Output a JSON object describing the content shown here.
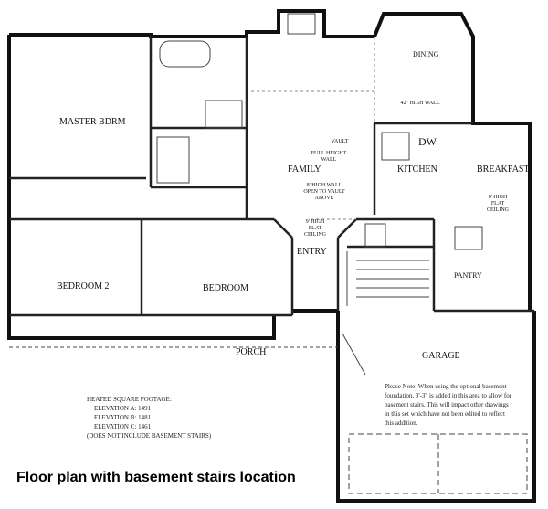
{
  "rooms": {
    "master": "MASTER BDRM",
    "family": "FAMILY",
    "kitchen": "KITCHEN",
    "breakfast": "BREAKFAST",
    "dining": "DINING",
    "bedroom2": "BEDROOM 2",
    "bedroom": "BEDROOM",
    "entry": "ENTRY",
    "pantry": "PANTRY",
    "garage": "GARAGE",
    "porch": "PORCH"
  },
  "annotations": {
    "full_height": "FULL HEIGHT WALL",
    "open_vault": "8' HIGH WALL OPEN TO VAULT ABOVE",
    "flat9": "9' HIGH FLAT CEILING",
    "flat8": "8' HIGH FLAT CEILING",
    "wall42": "42\" HIGH WALL",
    "dw": "DW",
    "vault": "VAULT"
  },
  "footage": {
    "title": "HEATED SQUARE FOOTAGE:",
    "a": "ELEVATION A: 1491",
    "b": "ELEVATION B: 1481",
    "c": "ELEVATION C: 1461",
    "excl": "(DOES NOT INCLUDE BASEMENT STAIRS)"
  },
  "note": "Please Note: When using the optional basement foundation, 3'-3\" is added in this area to allow for basement stairs. This will impact other drawings in this set which have not been edited to reflect this addition.",
  "caption": "Floor plan with basement stairs location"
}
